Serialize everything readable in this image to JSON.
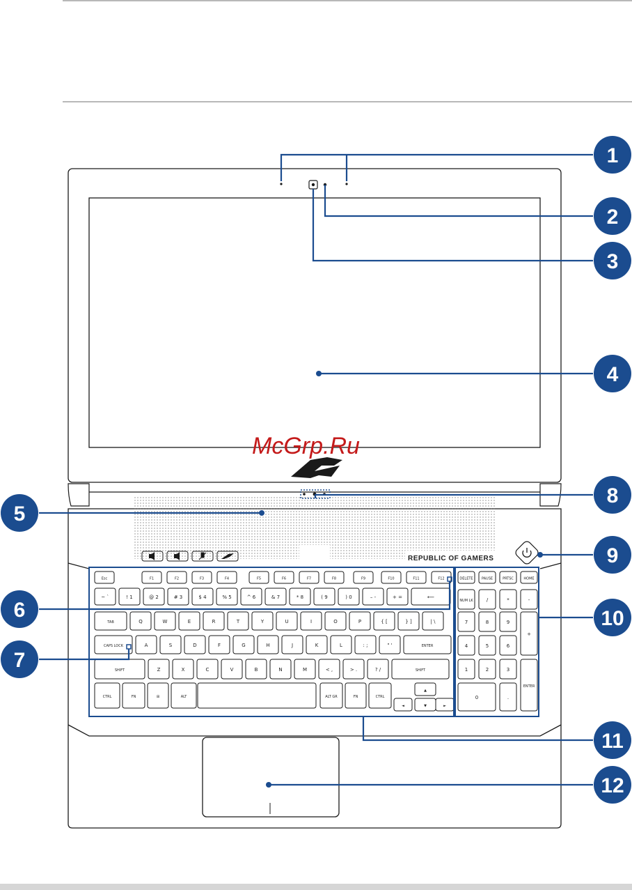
{
  "watermark": "McGrp.Ru",
  "brand_text": "REPUBLIC OF GAMERS",
  "accent_color": "#1b4c8f",
  "callouts": [
    {
      "number": "1"
    },
    {
      "number": "2"
    },
    {
      "number": "3"
    },
    {
      "number": "4"
    },
    {
      "number": "5"
    },
    {
      "number": "6"
    },
    {
      "number": "7"
    },
    {
      "number": "8"
    },
    {
      "number": "9"
    },
    {
      "number": "10"
    },
    {
      "number": "11"
    },
    {
      "number": "12"
    }
  ],
  "keyboard": {
    "fn_row": [
      "Esc",
      "F1",
      "F2",
      "F3",
      "F4",
      "F5",
      "F6",
      "F7",
      "F8",
      "F9",
      "F10",
      "F11",
      "F12"
    ],
    "top_right": [
      "DELETE",
      "PAUSE",
      "PRTSC",
      "HOME"
    ],
    "number_row": [
      "~ `",
      "! 1",
      "@ 2",
      "# 3",
      "$ 4",
      "% 5",
      "^ 6",
      "& 7",
      "* 8",
      "( 9",
      ") 0",
      "– -",
      "+ ="
    ],
    "qwerty_row": [
      "TAB",
      "Q",
      "W",
      "E",
      "R",
      "T",
      "Y",
      "U",
      "I",
      "O",
      "P",
      "{ [",
      "} ]",
      "| \\"
    ],
    "home_row": [
      "CAPS LOCK",
      "A",
      "S",
      "D",
      "F",
      "G",
      "H",
      "J",
      "K",
      "L",
      ": ;",
      "\" '",
      "ENTER"
    ],
    "shift_row": [
      "SHIFT",
      "Z",
      "X",
      "C",
      "V",
      "B",
      "N",
      "M",
      "< ,",
      "> .",
      "? /",
      "SHIFT"
    ],
    "bottom_row": [
      "CTRL",
      "FN",
      "⊞",
      "ALT",
      "ALT GR",
      "FN",
      "CTRL"
    ],
    "numpad": [
      "NUM LK",
      "/",
      "*",
      "-",
      "7",
      "8",
      "9",
      "+",
      "4",
      "5",
      "6",
      "1",
      "2",
      "3",
      "ENTER",
      "0",
      "."
    ]
  },
  "speaker_buttons": [
    "vol-down",
    "vol-up",
    "mic-mute",
    "rog-logo"
  ]
}
